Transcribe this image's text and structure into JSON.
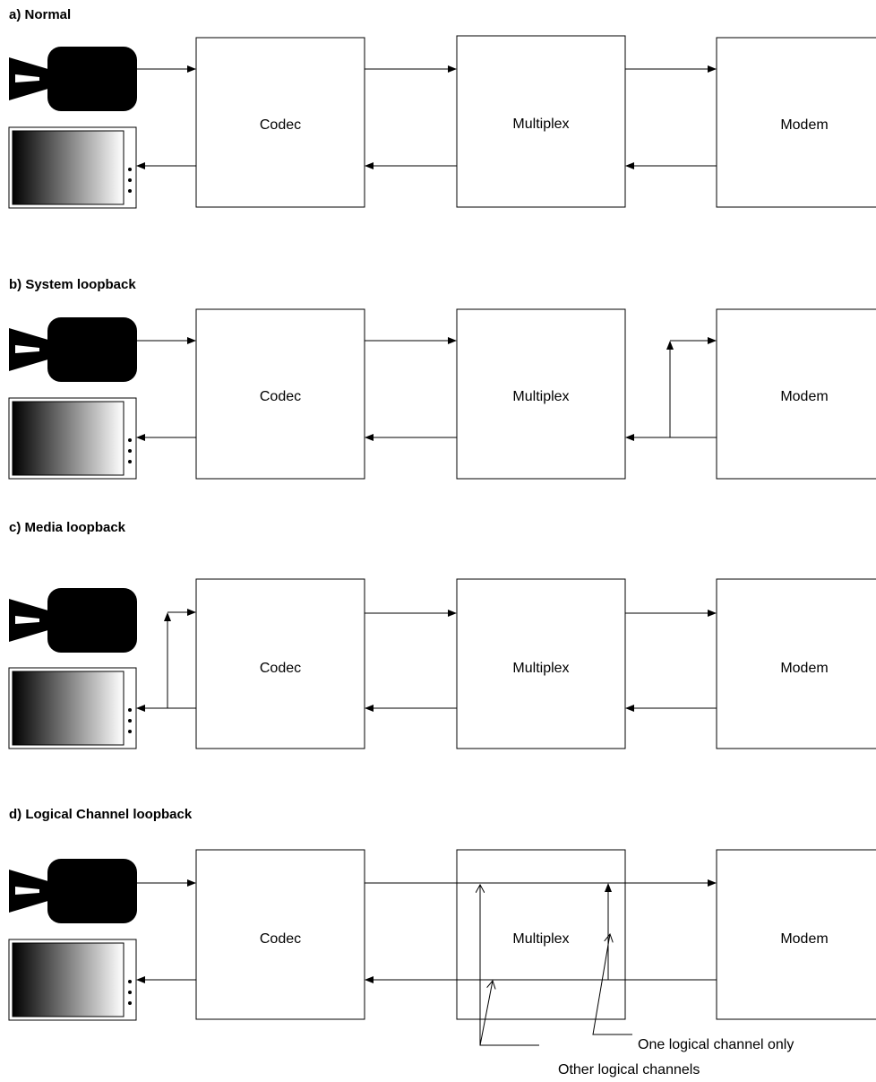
{
  "sections": [
    {
      "id": "a",
      "title": "a) Normal",
      "blocks": [
        "Codec",
        "Multiplex",
        "Modem"
      ]
    },
    {
      "id": "b",
      "title": "b) System loopback",
      "blocks": [
        "Codec",
        "Multiplex",
        "Modem"
      ]
    },
    {
      "id": "c",
      "title": "c) Media loopback",
      "blocks": [
        "Codec",
        "Multiplex",
        "Modem"
      ]
    },
    {
      "id": "d",
      "title": "d) Logical Channel loopback",
      "blocks": [
        "Codec",
        "Multiplex",
        "Modem"
      ]
    }
  ],
  "annotations": {
    "one_channel": "One logical channel only",
    "other_channels": "Other logical channels"
  },
  "colors": {
    "line": "#000000",
    "device": "#000000",
    "screen_light": "#ffffff",
    "screen_dark": "#000000"
  },
  "icons": {
    "camera": "video-camera-icon",
    "monitor": "tv-monitor-icon"
  }
}
